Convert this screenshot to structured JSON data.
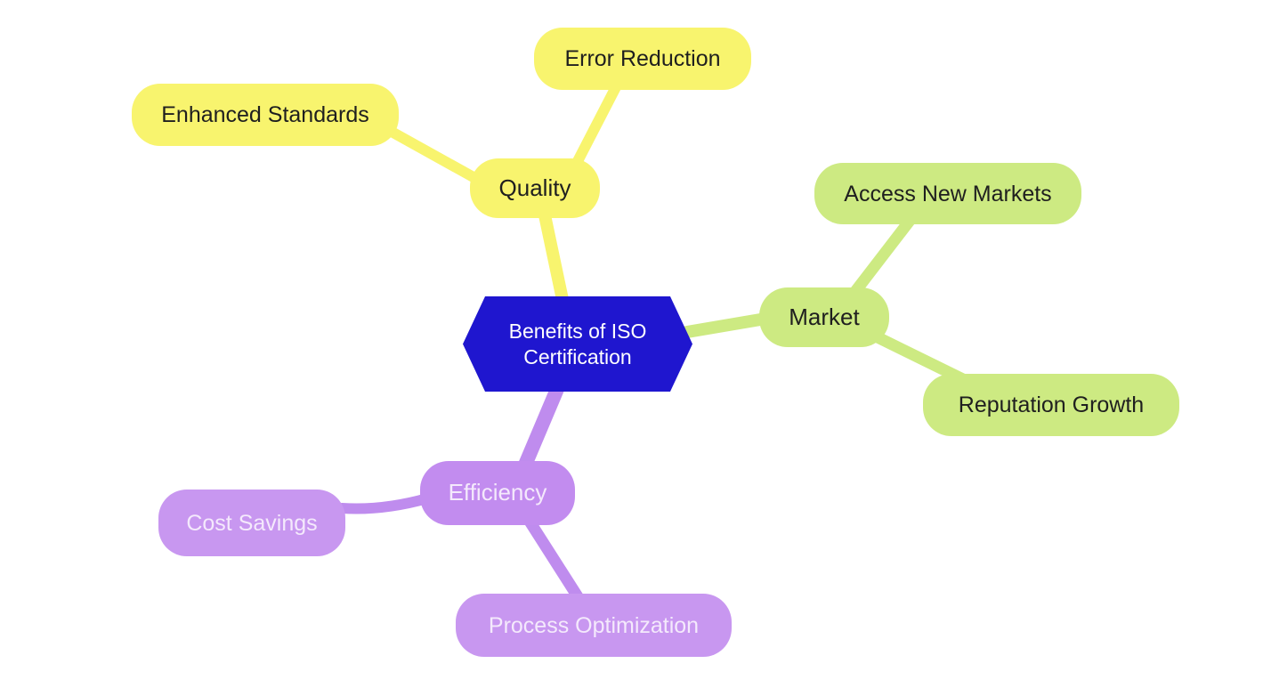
{
  "diagram": {
    "type": "mindmap",
    "background": "#ffffff",
    "root": {
      "label": "Benefits of ISO Certification",
      "shape": "hexagon",
      "fill": "#1f16cf",
      "text_color": "#ffffff"
    },
    "branches": [
      {
        "id": "quality",
        "label": "Quality",
        "fill": "#f8f46e",
        "text_color": "#1f1f1f",
        "children": [
          {
            "label": "Enhanced Standards"
          },
          {
            "label": "Error Reduction"
          }
        ]
      },
      {
        "id": "market",
        "label": "Market",
        "fill": "#cdea82",
        "text_color": "#1f1f1f",
        "children": [
          {
            "label": "Access New Markets"
          },
          {
            "label": "Reputation Growth"
          }
        ]
      },
      {
        "id": "efficiency",
        "label": "Efficiency",
        "fill": "#c28cef",
        "text_color": "#ffffff",
        "children": [
          {
            "label": "Cost Savings"
          },
          {
            "label": "Process Optimization"
          }
        ]
      }
    ]
  }
}
